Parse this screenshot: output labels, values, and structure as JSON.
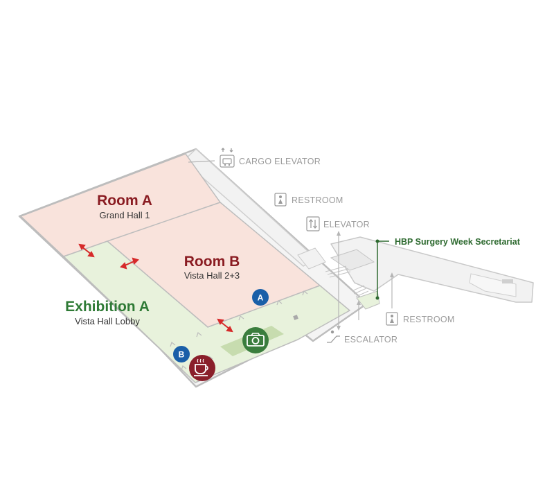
{
  "rooms": {
    "room_a": {
      "title": "Room A",
      "subtitle": "Grand Hall 1"
    },
    "room_b": {
      "title": "Room B",
      "subtitle": "Vista Hall 2+3"
    },
    "exhibition_a": {
      "title": "Exhibition A",
      "subtitle": "Vista Hall Lobby"
    }
  },
  "facilities": {
    "cargo_elevator": "CARGO ELEVATOR",
    "restroom_top": "RESTROOM",
    "elevator": "ELEVATOR",
    "restroom_bottom": "RESTROOM",
    "escalator": "ESCALATOR"
  },
  "secretariat": "HBP Surgery Week Secretariat",
  "markers": {
    "a": "A",
    "b": "B"
  },
  "colors": {
    "room_fill": "#f9e3dc",
    "exhibition_fill": "#e8f2dc",
    "room_title": "#8a1c22",
    "exhibition_title": "#2e7a35",
    "marker_blue": "#1a5fa8",
    "coffee_maroon": "#8a1f2a",
    "photo_green": "#3a7d3d",
    "door_arrow": "#d62a2a",
    "outline_gray": "#bdbdbd",
    "label_gray": "#9a9a9a"
  },
  "icons": [
    "cargo-elevator-icon",
    "restroom-icon",
    "elevator-icon",
    "escalator-icon",
    "coffee-icon",
    "camera-icon"
  ]
}
